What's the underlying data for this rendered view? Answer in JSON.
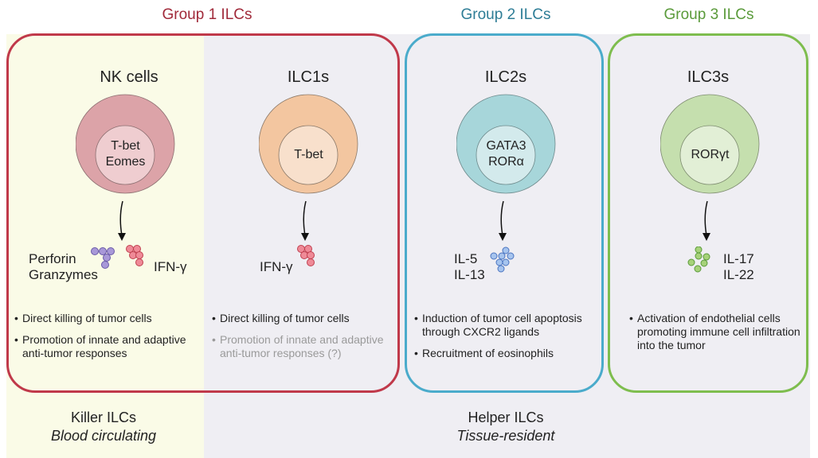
{
  "groups": [
    {
      "label": "Group 1 ILCs",
      "color": "#a12a3a"
    },
    {
      "label": "Group 2 ILCs",
      "color": "#2e7d96"
    },
    {
      "label": "Group 3 ILCs",
      "color": "#5a9a3a"
    }
  ],
  "colors": {
    "group1_border": "#c0394a",
    "group2_border": "#4aabcb",
    "group3_border": "#7ebd4e",
    "killer_bg": "#fafbe7",
    "helper_bg": "#efeef3"
  },
  "cells": [
    {
      "name": "NK cells",
      "transcription_factors": [
        "T-bet",
        "Eomes"
      ],
      "outer_color": "#dca3a8",
      "inner_color": "#efcdd0",
      "cytokines_left": [
        "Perforin",
        "Granzymes"
      ],
      "cytokines_right": [
        "IFN-γ"
      ],
      "granules": [
        "purple",
        "red"
      ],
      "functions": [
        {
          "text": "Direct killing of tumor cells",
          "muted": false
        },
        {
          "text": "Promotion of innate and adaptive anti-tumor responses",
          "muted": false
        }
      ]
    },
    {
      "name": "ILC1s",
      "transcription_factors": [
        "T-bet"
      ],
      "outer_color": "#f3c6a0",
      "inner_color": "#f8e0cc",
      "cytokines_left": [
        "IFN-γ"
      ],
      "granules": [
        "red"
      ],
      "functions": [
        {
          "text": "Direct killing of tumor cells",
          "muted": false
        },
        {
          "text": "Promotion of innate and adaptive anti-tumor responses (?)",
          "muted": true
        }
      ]
    },
    {
      "name": "ILC2s",
      "transcription_factors": [
        "GATA3",
        "RORα"
      ],
      "outer_color": "#a7d6da",
      "inner_color": "#d3eaec",
      "cytokines_left": [
        "IL-5",
        "IL-13"
      ],
      "granules": [
        "blue"
      ],
      "functions": [
        {
          "text": "Induction of tumor cell apoptosis through CXCR2 ligands",
          "muted": false
        },
        {
          "text": "Recruitment of eosinophils",
          "muted": false
        }
      ]
    },
    {
      "name": "ILC3s",
      "transcription_factors": [
        "RORγt"
      ],
      "outer_color": "#c5dfae",
      "inner_color": "#e2efd6",
      "cytokines_right": [
        "IL-17",
        "IL-22"
      ],
      "granules": [
        "green"
      ],
      "functions": [
        {
          "text": "Activation of endothelial cells promoting immune cell infiltration into the tumor",
          "muted": false
        }
      ]
    }
  ],
  "footer": {
    "killer": {
      "title": "Killer ILCs",
      "subtitle": "Blood circulating"
    },
    "helper": {
      "title": "Helper ILCs",
      "subtitle": "Tissue-resident"
    }
  }
}
